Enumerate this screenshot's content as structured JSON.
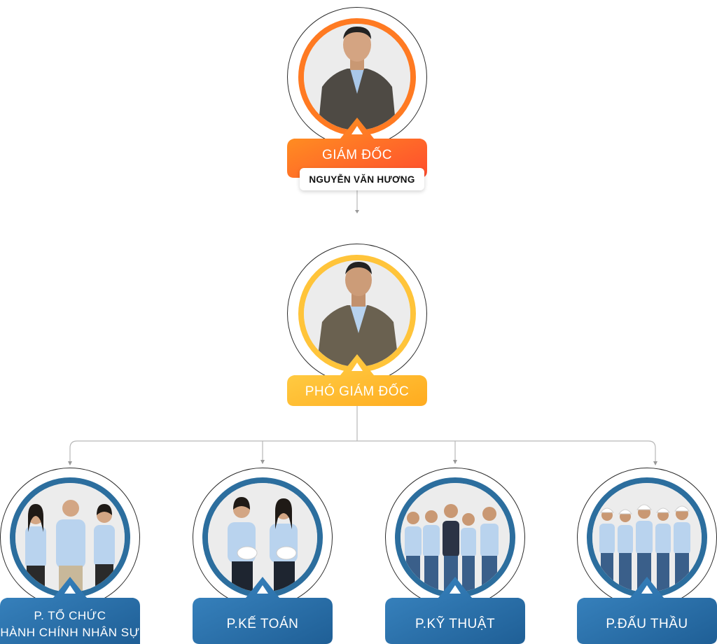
{
  "director": {
    "title": "GIÁM ĐỐC",
    "name": "NGUYỄN VĂN HƯƠNG",
    "gradient": [
      "#ff9a1f",
      "#ff4d2e"
    ]
  },
  "deputy": {
    "title": "PHÓ GIÁM ĐỐC",
    "gradient": [
      "#ffd24a",
      "#ffab1f"
    ]
  },
  "departments": [
    {
      "line1": "P. TỔ CHỨC",
      "line2": "HÀNH CHÍNH NHÂN SỰ"
    },
    {
      "line1": "P.KẾ TOÁN",
      "line2": ""
    },
    {
      "line1": "P.KỸ THUẬT",
      "line2": ""
    },
    {
      "line1": "P.ĐẤU THẦU",
      "line2": ""
    }
  ],
  "department_color": [
    "#3a86c2",
    "#1f5f96"
  ],
  "connector_color": "#b8b8b8"
}
